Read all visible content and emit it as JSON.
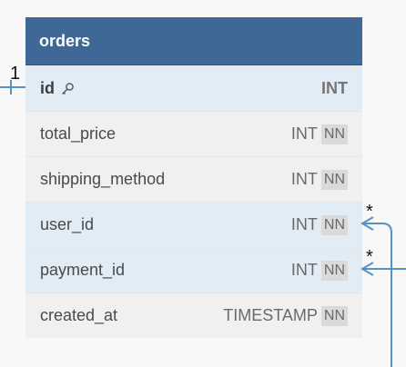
{
  "table": {
    "name": "orders",
    "columns": [
      {
        "name": "id",
        "type": "INT",
        "pk": true,
        "nn": false,
        "icon": "key-icon"
      },
      {
        "name": "total_price",
        "type": "INT",
        "pk": false,
        "nn": true,
        "nn_label": "NN"
      },
      {
        "name": "shipping_method",
        "type": "INT",
        "pk": false,
        "nn": true,
        "nn_label": "NN"
      },
      {
        "name": "user_id",
        "type": "INT",
        "pk": false,
        "nn": true,
        "nn_label": "NN"
      },
      {
        "name": "payment_id",
        "type": "INT",
        "pk": false,
        "nn": true,
        "nn_label": "NN"
      },
      {
        "name": "created_at",
        "type": "TIMESTAMP",
        "pk": false,
        "nn": true,
        "nn_label": "NN"
      }
    ]
  },
  "relations": {
    "id_cardinality": "1",
    "user_id_cardinality": "*",
    "payment_id_cardinality": "*"
  },
  "colors": {
    "header_bg": "#3f6897",
    "highlight_row": "#e2ecf4",
    "connector": "#5b8fc0"
  }
}
